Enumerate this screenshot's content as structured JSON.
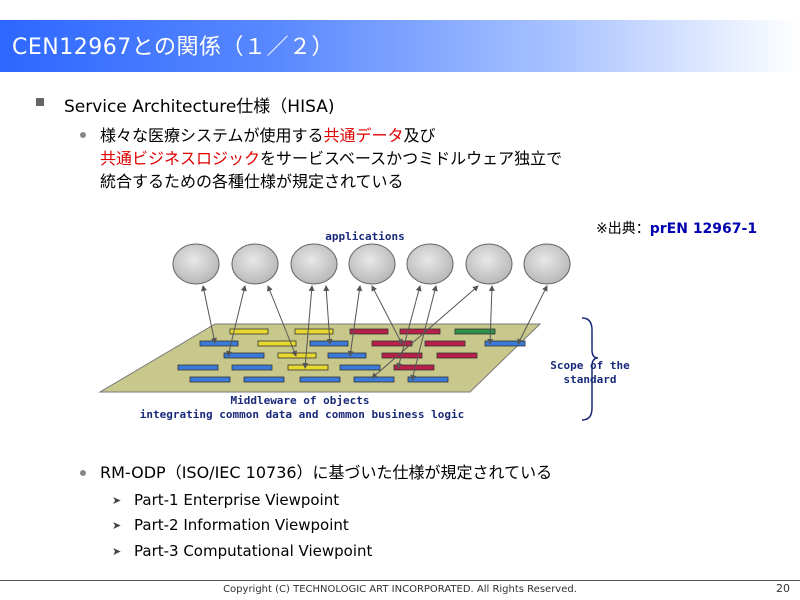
{
  "title": "CEN12967との関係（１／２）",
  "bullet1": "Service Architecture仕様（HISA)",
  "sub": {
    "line1_a": "様々な医療システムが使用する",
    "line1_red": "共通データ",
    "line1_b": "及び",
    "line2_red": "共通ビジネスロジック",
    "line2_b": "をサービスベースかつミドルウェア独立で",
    "line3": "統合するための各種仕様が規定されている"
  },
  "source": {
    "label": "※出典：",
    "ref": "prEN 12967-1"
  },
  "diagram": {
    "applications_label": "applications",
    "scope_line1": "Scope of the",
    "scope_line2": "standard",
    "middleware_line1": "Middleware of objects",
    "middleware_line2": "integrating common data and common business logic"
  },
  "bullet2": "RM-ODP（ISO/IEC 10736）に基づいた仕様が規定されている",
  "parts": [
    "Part-1 Enterprise Viewpoint",
    "Part-2 Information Viewpoint",
    "Part-3 Computational Viewpoint"
  ],
  "footer": "Copyright (C) TECHNOLOGIC ART INCORPORATED. All Rights Reserved.",
  "page": "20",
  "colors": {
    "title_bar": "#2c67ff",
    "platform": "#c8c88c",
    "yellow": "#e8d830",
    "blue": "#3a7ad8",
    "red": "#b8204a",
    "green": "#30904a",
    "text_label": "#1a2a7a"
  }
}
